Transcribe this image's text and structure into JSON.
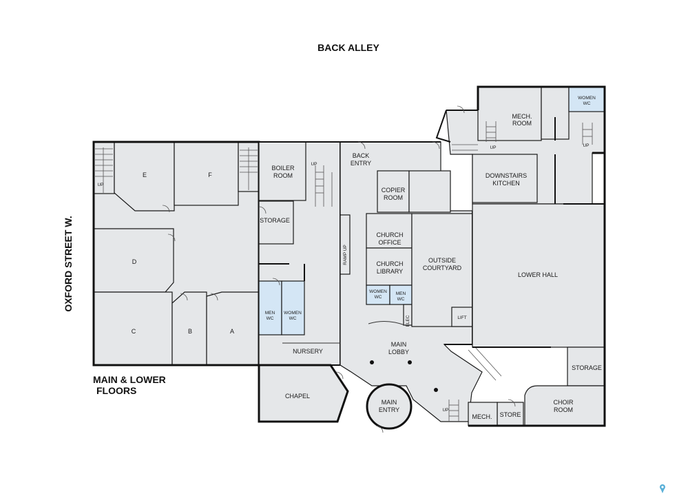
{
  "titles": {
    "top": "BACK ALLEY",
    "left": "OXFORD STREET W.",
    "caption_line1": "MAIN & LOWER",
    "caption_line2": "FLOORS"
  },
  "rooms": {
    "e": "E",
    "f": "F",
    "d": "D",
    "c": "C",
    "b": "B",
    "a": "A",
    "boiler_1": "BOILER",
    "boiler_2": "ROOM",
    "storage_west": "STORAGE",
    "men_wc_1": "MEN",
    "men_wc_2": "WC",
    "women_wc_1": "WOMEN",
    "women_wc_2": "WC",
    "nursery": "NURSERY",
    "chapel": "CHAPEL",
    "back_entry_1": "BACK",
    "back_entry_2": "ENTRY",
    "ramp_up": "RAMP UP",
    "copier_1": "COPIER",
    "copier_2": "ROOM",
    "church_office_1": "CHURCH",
    "church_office_2": "OFFICE",
    "church_library_1": "CHURCH",
    "church_library_2": "LIBRARY",
    "women_wc_small_1": "WOMEN",
    "women_wc_small_2": "WC",
    "men_wc_small_1": "MEN",
    "men_wc_small_2": "WC",
    "elec": "ELEC",
    "outside_courtyard_1": "OUTSIDE",
    "outside_courtyard_2": "COURTYARD",
    "lift": "LIFT",
    "main_lobby_1": "MAIN",
    "main_lobby_2": "LOBBY",
    "main_entry_1": "MAIN",
    "main_entry_2": "ENTRY",
    "mech_room_1": "MECH.",
    "mech_room_2": "ROOM",
    "women_wc_upper_1": "WOMEN",
    "women_wc_upper_2": "WC",
    "downstairs_kitchen_1": "DOWNSTAIRS",
    "downstairs_kitchen_2": "KITCHEN",
    "lower_hall": "LOWER HALL",
    "storage_east": "STORAGE",
    "choir_1": "CHOIR",
    "choir_2": "ROOM",
    "mech_small": "MECH.",
    "store": "STORE"
  },
  "stair_marker": "UP",
  "colors": {
    "room_fill": "#e5e7e9",
    "wc_fill": "#d4e6f5",
    "wall": "#111111",
    "pin": "#5ab0d8"
  },
  "icons": [
    "location-pin-icon"
  ]
}
